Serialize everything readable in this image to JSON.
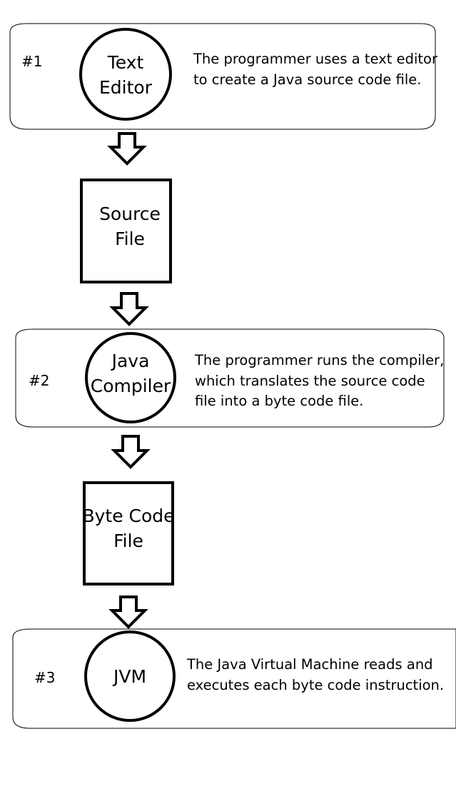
{
  "stages": [
    {
      "label": "#1",
      "node": {
        "shape": "circle",
        "lines": [
          "Text",
          "Editor"
        ]
      },
      "description": [
        "The programmer uses a text editor",
        "to create a Java source code file."
      ]
    },
    {
      "label": "#2",
      "node": {
        "shape": "circle",
        "lines": [
          "Java",
          "Compiler"
        ]
      },
      "description": [
        "The programmer runs the compiler,",
        "which translates the source code",
        "file into a byte code file."
      ]
    },
    {
      "label": "#3",
      "node": {
        "shape": "circle",
        "lines": [
          "JVM"
        ]
      },
      "description": [
        "The Java Virtual Machine reads and",
        "executes each byte code instruction."
      ]
    }
  ],
  "artifacts": [
    {
      "shape": "rectangle",
      "lines": [
        "Source",
        "File"
      ]
    },
    {
      "shape": "rectangle",
      "lines": [
        "Byte Code",
        "File"
      ]
    }
  ],
  "arrows": [
    {
      "from": "Text Editor",
      "to": "Source File"
    },
    {
      "from": "Source File",
      "to": "Java Compiler"
    },
    {
      "from": "Java Compiler",
      "to": "Byte Code File"
    },
    {
      "from": "Byte Code File",
      "to": "JVM"
    }
  ],
  "colors": {
    "stroke": "#000000",
    "fill": "#ffffff",
    "text": "#000000"
  }
}
